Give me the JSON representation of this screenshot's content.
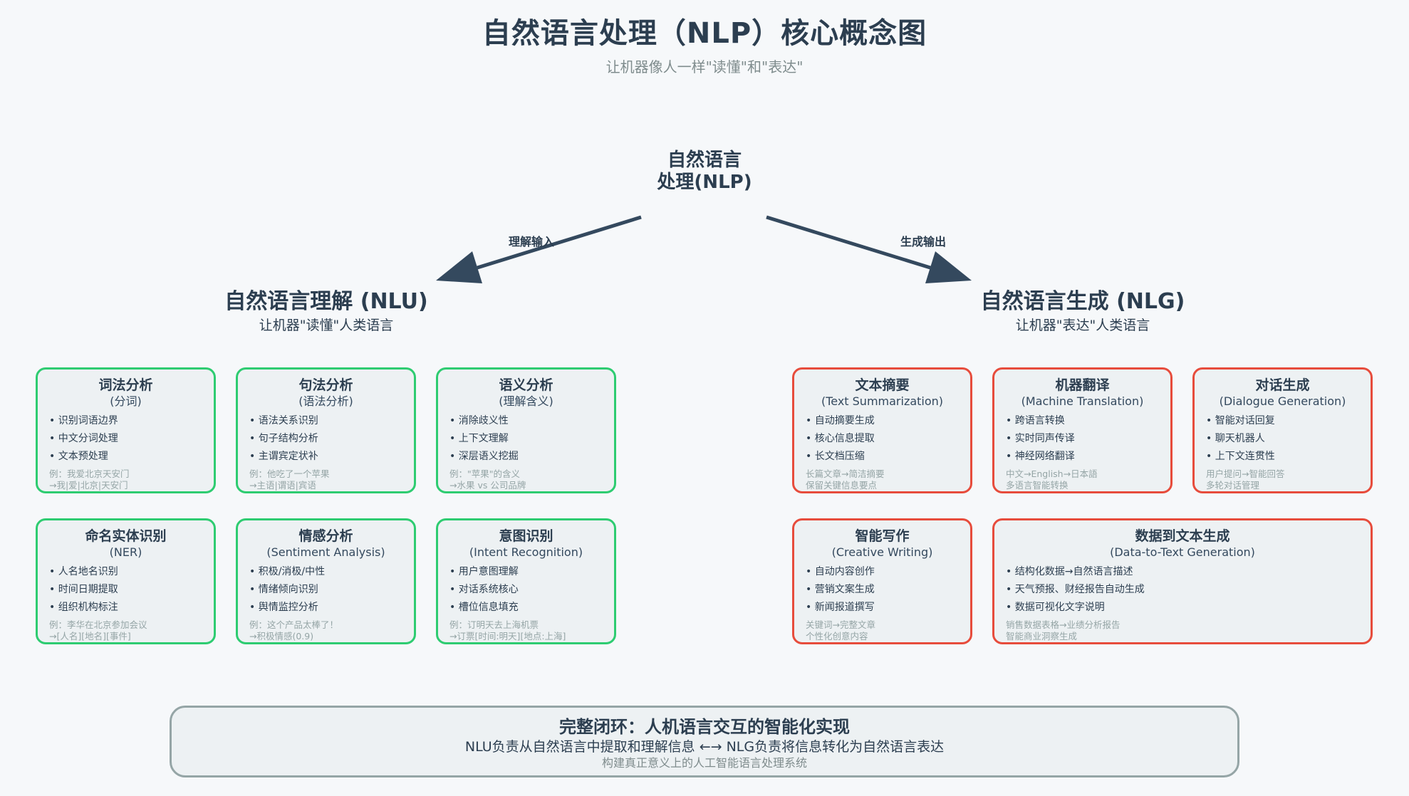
{
  "title": "自然语言处理（NLP）核心概念图",
  "subtitle": "让机器像人一样\"读懂\"和\"表达\"",
  "root": {
    "line1": "自然语言",
    "line2": "处理(NLP)"
  },
  "edges": {
    "left_label": "理解输入",
    "right_label": "生成输出"
  },
  "nlu": {
    "title": "自然语言理解 (NLU)",
    "subtitle": "让机器\"读懂\"人类语言",
    "cards": [
      {
        "title": "词法分析",
        "subtitle": "(分词)",
        "items": [
          "识别词语边界",
          "中文分词处理",
          "文本预处理"
        ],
        "example": [
          "例：我爱北京天安门",
          "→我|爱|北京|天安门"
        ]
      },
      {
        "title": "句法分析",
        "subtitle": "(语法分析)",
        "items": [
          "语法关系识别",
          "句子结构分析",
          "主谓宾定状补"
        ],
        "example": [
          "例：他吃了一个苹果",
          "→主语|谓语|宾语"
        ]
      },
      {
        "title": "语义分析",
        "subtitle": "(理解含义)",
        "items": [
          "消除歧义性",
          "上下文理解",
          "深层语义挖掘"
        ],
        "example": [
          "例：\"苹果\"的含义",
          "→水果 vs 公司品牌"
        ]
      },
      {
        "title": "命名实体识别",
        "subtitle": "(NER)",
        "items": [
          "人名地名识别",
          "时间日期提取",
          "组织机构标注"
        ],
        "example": [
          "例：李华在北京参加会议",
          "→[人名][地名][事件]"
        ]
      },
      {
        "title": "情感分析",
        "subtitle": "(Sentiment Analysis)",
        "items": [
          "积极/消极/中性",
          "情绪倾向识别",
          "舆情监控分析"
        ],
        "example": [
          "例：这个产品太棒了！",
          "→积极情感(0.9)"
        ]
      },
      {
        "title": "意图识别",
        "subtitle": "(Intent Recognition)",
        "items": [
          "用户意图理解",
          "对话系统核心",
          "槽位信息填充"
        ],
        "example": [
          "例：订明天去上海机票",
          "→订票[时间:明天][地点:上海]"
        ]
      }
    ]
  },
  "nlg": {
    "title": "自然语言生成 (NLG)",
    "subtitle": "让机器\"表达\"人类语言",
    "cards": [
      {
        "title": "文本摘要",
        "subtitle": "(Text Summarization)",
        "items": [
          "自动摘要生成",
          "核心信息提取",
          "长文档压缩"
        ],
        "example": [
          "长篇文章→简洁摘要",
          "保留关键信息要点"
        ]
      },
      {
        "title": "机器翻译",
        "subtitle": "(Machine Translation)",
        "items": [
          "跨语言转换",
          "实时同声传译",
          "神经网络翻译"
        ],
        "example": [
          "中文→English→日本語",
          "多语言智能转换"
        ]
      },
      {
        "title": "对话生成",
        "subtitle": "(Dialogue Generation)",
        "items": [
          "智能对话回复",
          "聊天机器人",
          "上下文连贯性"
        ],
        "example": [
          "用户提问→智能回答",
          "多轮对话管理"
        ]
      },
      {
        "title": "智能写作",
        "subtitle": "(Creative Writing)",
        "items": [
          "自动内容创作",
          "营销文案生成",
          "新闻报道撰写"
        ],
        "example": [
          "关键词→完整文章",
          "个性化创意内容"
        ]
      },
      {
        "title": "数据到文本生成",
        "subtitle": "(Data-to-Text Generation)",
        "items": [
          "结构化数据→自然语言描述",
          "天气预报、财经报告自动生成",
          "数据可视化文字说明"
        ],
        "example": [
          "销售数据表格→业绩分析报告",
          "智能商业洞察生成"
        ]
      }
    ]
  },
  "footer": {
    "title": "完整闭环：人机语言交互的智能化实现",
    "desc": "NLU负责从自然语言中提取和理解信息 ←→ NLG负责将信息转化为自然语言表达",
    "note": "构建真正意义上的人工智能语言处理系统"
  },
  "colors": {
    "nlu_border": "#2ecc71",
    "nlg_border": "#e74c3c",
    "arrow": "#34495e"
  }
}
